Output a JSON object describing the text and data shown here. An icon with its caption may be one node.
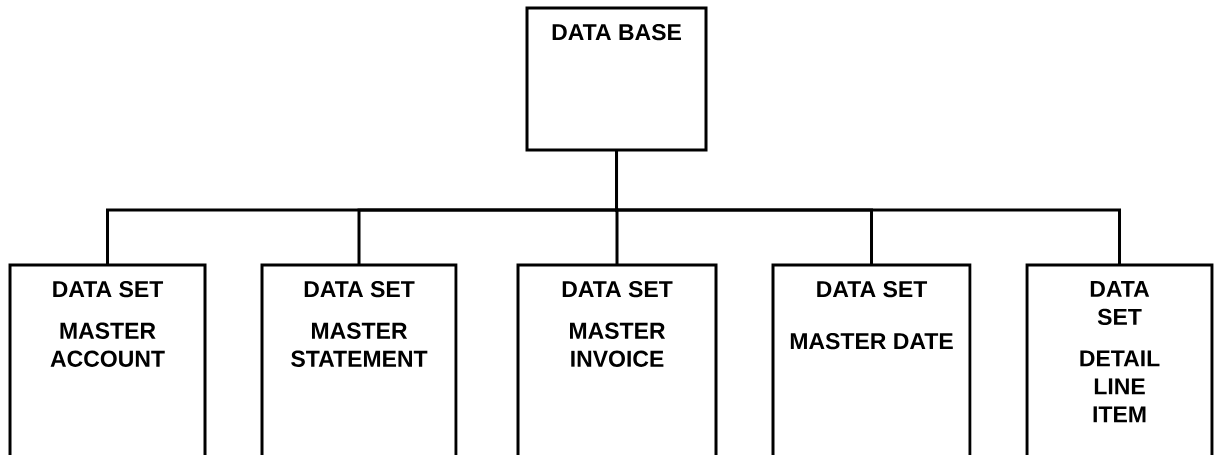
{
  "diagram": {
    "nodes": [
      {
        "text": [
          "DATA BASE"
        ]
      },
      {
        "text": [
          "DATA SET",
          "MASTER ACCOUNT"
        ]
      },
      {
        "text": [
          "DATA SET",
          "MASTER STATEMENT"
        ]
      },
      {
        "text": [
          "DATA SET",
          "MASTER INVOICE"
        ]
      },
      {
        "text": [
          "DATA SET",
          "MASTER DATE"
        ]
      },
      {
        "text": [
          "DATA SET",
          "DETAIL LINE ITEM"
        ]
      }
    ],
    "edges": [
      {
        "from": 0,
        "to": 1,
        "arrow": "none"
      },
      {
        "from": 0,
        "to": 2,
        "arrow": "none"
      },
      {
        "from": 0,
        "to": 3,
        "arrow": "none"
      },
      {
        "from": 0,
        "to": 4,
        "arrow": "none"
      },
      {
        "from": 0,
        "to": 5,
        "arrow": "none"
      }
    ]
  }
}
